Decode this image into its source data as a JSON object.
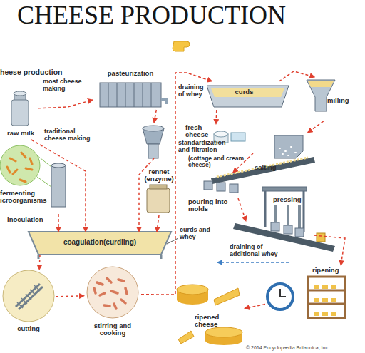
{
  "diagram": {
    "title": "CHEESE PRODUCTION",
    "nodes": [
      {
        "text": [
          "raw milk"
        ]
      },
      {
        "text": [
          "pasteurization"
        ]
      },
      {
        "text": [
          "standardization and filtration"
        ]
      },
      {
        "text": [
          "fermenting icroorganisms"
        ]
      },
      {
        "text": [
          "rennet (enzyme)"
        ]
      },
      {
        "text": [
          "coagulation(curdling)"
        ]
      },
      {
        "text": [
          "cutting"
        ]
      },
      {
        "text": [
          "stirring and cooking"
        ]
      },
      {
        "text": [
          "curds"
        ]
      },
      {
        "text": [
          "milling"
        ]
      },
      {
        "text": [
          "fresh cheese",
          "(cottage and cream cheese)"
        ]
      },
      {
        "text": [
          "salting"
        ]
      },
      {
        "text": [
          "pouring into molds"
        ]
      },
      {
        "text": [
          "pressing"
        ]
      },
      {
        "text": [
          "ripening"
        ]
      },
      {
        "text": [
          "ripened cheese"
        ]
      }
    ],
    "edges": [
      {
        "from": 0,
        "to": 1,
        "arrow": "to",
        "label": "most cheese making"
      },
      {
        "from": 0,
        "to": 5,
        "arrow": "to",
        "label": "traditional cheese making"
      },
      {
        "from": 1,
        "to": 2,
        "arrow": "to"
      },
      {
        "from": 2,
        "to": 5,
        "arrow": "to"
      },
      {
        "from": 3,
        "to": 5,
        "arrow": "to"
      },
      {
        "from": 4,
        "to": 5,
        "arrow": "to"
      },
      {
        "from": 5,
        "to": 6,
        "arrow": "to"
      },
      {
        "from": 6,
        "to": 7,
        "arrow": "to"
      },
      {
        "from": 7,
        "to": 8,
        "arrow": "to",
        "label": "draining of whey"
      },
      {
        "from": 8,
        "to": 9,
        "arrow": "to"
      },
      {
        "from": 8,
        "to": 10,
        "arrow": "to"
      },
      {
        "from": 9,
        "to": 11,
        "arrow": "to"
      },
      {
        "from": 11,
        "to": 12,
        "arrow": "to"
      },
      {
        "from": 12,
        "to": 13,
        "arrow": "to"
      },
      {
        "from": 13,
        "to": 14,
        "arrow": "to"
      },
      {
        "from": 14,
        "to": 15,
        "arrow": "to"
      }
    ],
    "labels": [
      "heese production",
      "inoculation",
      "curds and whey",
      "draining of additional whey",
      "© 2014 Encyclopædia Britannica, Inc."
    ]
  }
}
